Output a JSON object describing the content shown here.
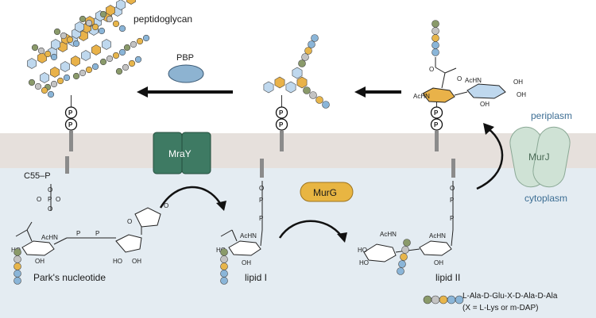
{
  "labels": {
    "peptidoglycan": "peptidoglycan",
    "pbp": "PBP",
    "mray": "MraY",
    "murg": "MurG",
    "murj": "MurJ",
    "periplasm": "periplasm",
    "cytoplasm": "cytoplasm",
    "c55p": "C55–P",
    "parks": "Park's nucleotide",
    "lipid1": "lipid I",
    "lipid2": "lipid II",
    "legend_line1": "L-Ala-D-Glu-X-D-Ala-D-Ala",
    "legend_line2": "(X = L-Lys or m-DAP)",
    "phosphate": "P",
    "achn": "AcHN",
    "ho": "HO",
    "oh": "OH",
    "o": "O"
  },
  "colors": {
    "periplasm_band": "#e6e0dc",
    "cytoplasm_bg": "#e4ecf2",
    "mray": "#3e7a63",
    "murg": "#e8b542",
    "murj": "#cfe2d5",
    "pbp": "#8db3d1",
    "bead_ala": "#8a9a6a",
    "bead_glu": "#c3c3c3",
    "bead_x": "#e7b54b",
    "bead_dala": "#8ab5d8",
    "glcnac": "#bfd8ee",
    "murnac": "#e9b249",
    "text_blue": "#3d6e94"
  }
}
